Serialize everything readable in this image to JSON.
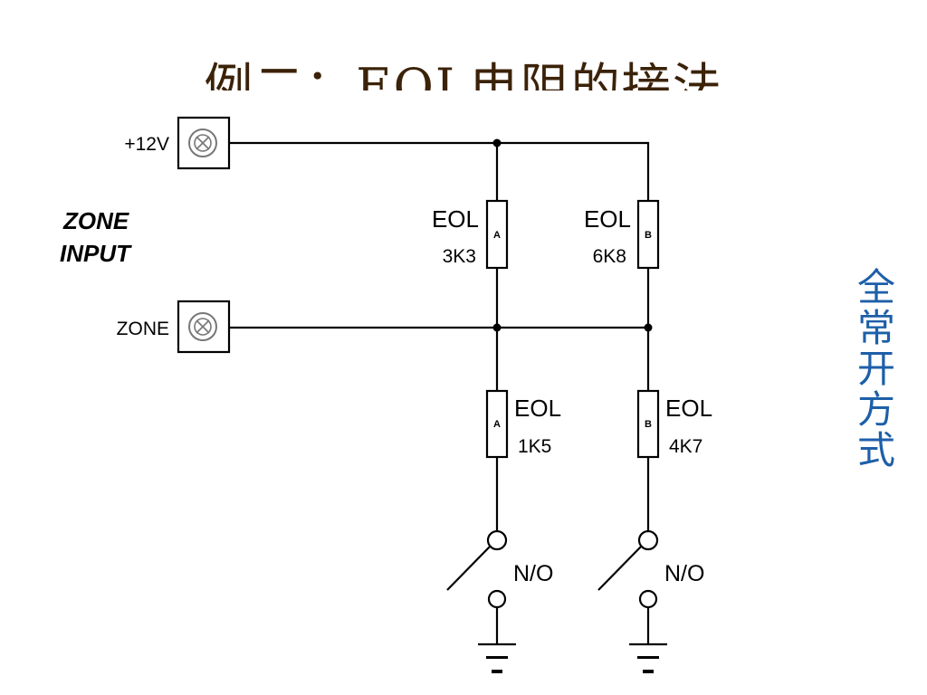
{
  "title": "例二：EOL电阻的接法",
  "side_note": [
    "全",
    "常",
    "开",
    "方",
    "式"
  ],
  "diagram": {
    "terminal_top_label": "+12V",
    "terminal_zone_label": "ZONE",
    "zone_input_line1": "ZONE",
    "zone_input_line2": "INPUT",
    "resistors": {
      "top_a": {
        "name": "EOL",
        "value": "3K3",
        "letter": "A"
      },
      "top_b": {
        "name": "EOL",
        "value": "6K8",
        "letter": "B"
      },
      "bottom_a": {
        "name": "EOL",
        "value": "1K5",
        "letter": "A"
      },
      "bottom_b": {
        "name": "EOL",
        "value": "4K7",
        "letter": "B"
      }
    },
    "switch_a_label": "N/O",
    "switch_b_label": "N/O"
  }
}
